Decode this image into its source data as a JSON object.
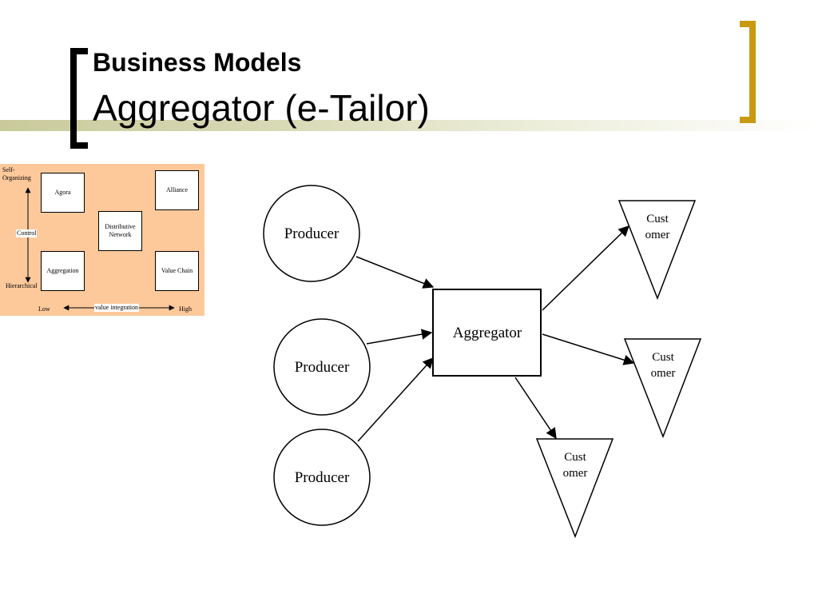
{
  "slide": {
    "title": "Business Models",
    "subtitle": "Aggregator (e-Tailor)"
  },
  "inset_chart": {
    "y_axis": {
      "top_label": "Self-\nOrganizing",
      "middle_label": "Control",
      "bottom_label": "Hierarchical"
    },
    "x_axis": {
      "left_label": "Low",
      "middle_label": "value integration",
      "right_label": "High"
    },
    "boxes": {
      "agora": "Agora",
      "alliance": "Alliance",
      "distributive_network": "Distributive Network",
      "aggregation": "Aggregation",
      "value_chain": "Value Chain"
    },
    "colors": {
      "background": "#fdc99b"
    }
  },
  "diagram": {
    "producers": [
      "Producer",
      "Producer",
      "Producer"
    ],
    "aggregator": "Aggregator",
    "customers": [
      "Cust\nomer",
      "Cust\nomer",
      "Cust\nomer"
    ],
    "flows": [
      {
        "from": "Producer 1",
        "to": "Aggregator"
      },
      {
        "from": "Producer 2",
        "to": "Aggregator"
      },
      {
        "from": "Producer 3",
        "to": "Aggregator"
      },
      {
        "from": "Aggregator",
        "to": "Customer 1"
      },
      {
        "from": "Aggregator",
        "to": "Customer 2"
      },
      {
        "from": "Aggregator",
        "to": "Customer 3"
      }
    ]
  },
  "colors": {
    "accent_bracket": "#c99a10",
    "header_band": "#c9ca9c"
  }
}
